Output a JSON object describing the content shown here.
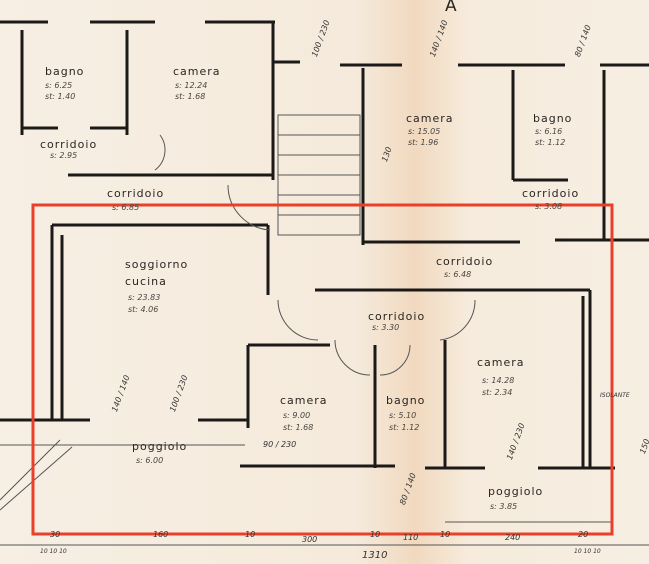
{
  "section_mark": "A",
  "rooms": [
    {
      "name": "bagno",
      "area": "s: 6.25",
      "window": "st: 1.40"
    },
    {
      "name": "camera",
      "area": "s: 12.24",
      "window": "st: 1.68"
    },
    {
      "name": "corridoio",
      "area": "s: 2.95"
    },
    {
      "name": "corridoio",
      "area": "s: 6.85"
    },
    {
      "name": "camera",
      "area": "s: 15.05",
      "window": "st: 1.96"
    },
    {
      "name": "bagno",
      "area": "s: 6.16",
      "window": "st: 1.12"
    },
    {
      "name": "corridoio",
      "area": "s: 3.08"
    },
    {
      "name": "soggiorno",
      "name2": "cucina",
      "area": "s: 23.83",
      "window": "st: 4.06"
    },
    {
      "name": "corridoio",
      "area": "s: 6.48"
    },
    {
      "name": "corridoio",
      "area": "s: 3.30"
    },
    {
      "name": "camera",
      "area": "s: 14.28",
      "window": "st: 2.34"
    },
    {
      "name": "camera",
      "area": "s: 9.00",
      "window": "st: 1.68"
    },
    {
      "name": "bagno",
      "area": "s: 5.10",
      "window": "st: 1.12"
    },
    {
      "name": "poggiolo",
      "area": "s: 6.00"
    },
    {
      "name": "poggiolo",
      "area": "s: 3.85"
    }
  ],
  "insulation_label": "ISOLANTE",
  "opening_dims": [
    "100 / 230",
    "140 / 140",
    "80 / 140",
    "130",
    "140 / 140",
    "100 / 230",
    "90 / 230",
    "140 / 230",
    "80 / 140",
    "150"
  ],
  "bottom_dims": [
    "30",
    "160",
    "10",
    "300",
    "10",
    "110",
    "10",
    "240",
    "20",
    "1310",
    "10 10 10",
    "10 10 10"
  ],
  "highlight_color": "#e8402a"
}
